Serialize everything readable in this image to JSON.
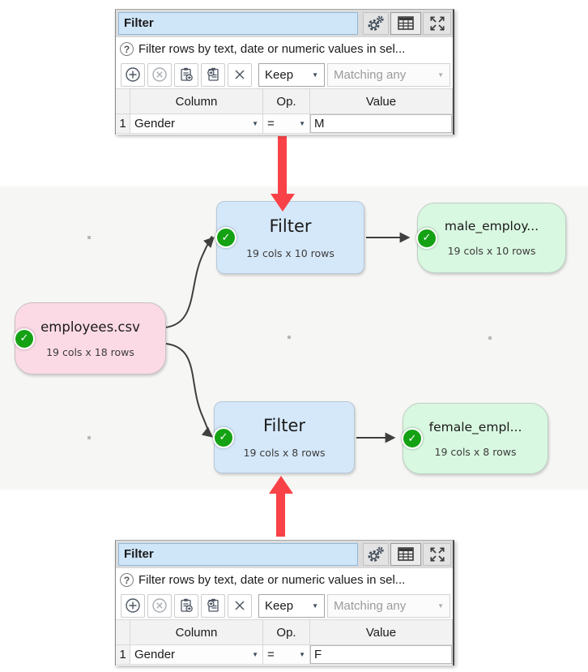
{
  "panels": [
    {
      "title": "Filter",
      "help_text": "Filter rows by text, date or numeric values in sel...",
      "toolbar": {
        "keep_value": "Keep",
        "matching_value": "Matching any"
      },
      "table": {
        "col_header": "Column",
        "op_header": "Op.",
        "value_header": "Value",
        "row_num": "1",
        "column_value": "Gender",
        "op_value": "=",
        "value_value": "M"
      }
    },
    {
      "title": "Filter",
      "help_text": "Filter rows by text, date or numeric values in sel...",
      "toolbar": {
        "keep_value": "Keep",
        "matching_value": "Matching any"
      },
      "table": {
        "col_header": "Column",
        "op_header": "Op.",
        "value_header": "Value",
        "row_num": "1",
        "column_value": "Gender",
        "op_value": "=",
        "value_value": "F"
      }
    }
  ],
  "graph": {
    "source": {
      "title": "employees.csv",
      "subtitle": "19 cols x 18 rows"
    },
    "filter_top": {
      "title": "Filter",
      "subtitle": "19 cols x 10 rows"
    },
    "filter_bottom": {
      "title": "Filter",
      "subtitle": "19 cols x 8 rows"
    },
    "output_top": {
      "title": "male_employ...",
      "subtitle": "19 cols x 10 rows"
    },
    "output_bottom": {
      "title": "female_empl...",
      "subtitle": "19 cols x 8 rows"
    }
  },
  "icons": {
    "help": "?",
    "dropdown_arrow": "▼",
    "check": "✓",
    "titlebar": [
      "gear-icon",
      "table-icon",
      "expand-icon"
    ],
    "toolbar": [
      "circle-plus-icon",
      "circle-cross-icon",
      "clipboard-copy-icon",
      "clipboard-paste-icon",
      "cross-icon"
    ]
  },
  "colors": {
    "annotation_red": "#f94247",
    "node_source_pink": "#fbdae6",
    "node_transform_blue": "#d5e8f9",
    "node_output_green": "#d9f8e1",
    "status_ok_green": "#14a214",
    "title_box_blue": "#cfe5f8",
    "canvas_bg": "#f6f6f4",
    "connector_gray": "#3f3f3f"
  }
}
